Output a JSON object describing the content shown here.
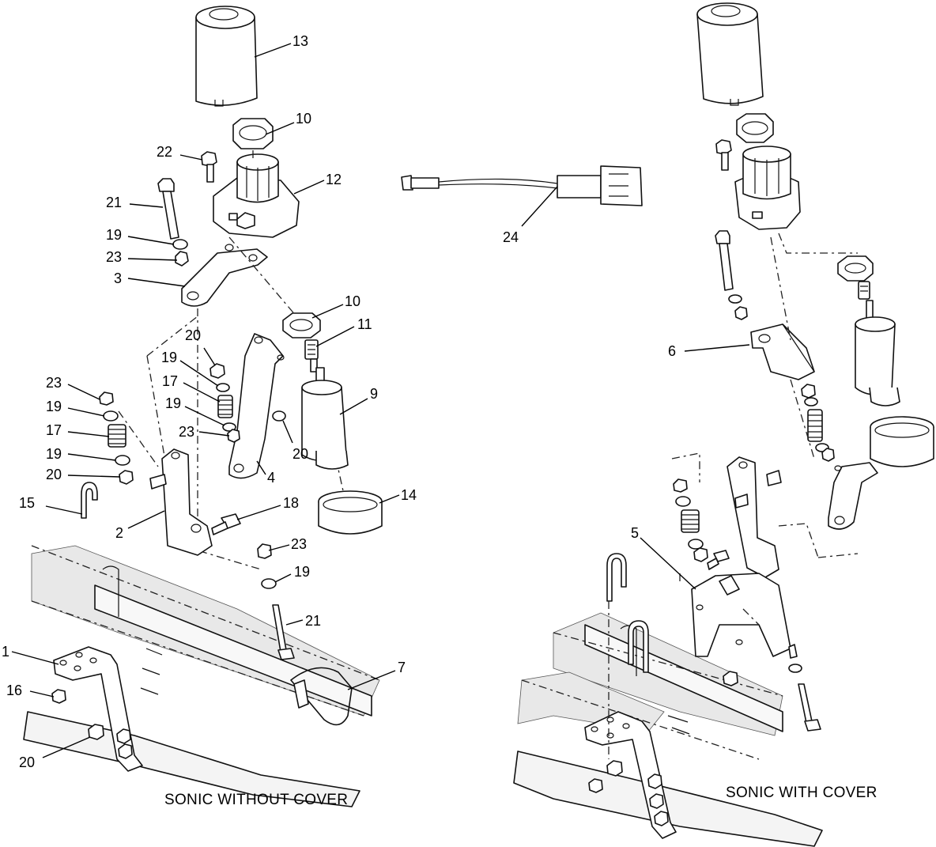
{
  "captions": {
    "left": "SONIC WITHOUT COVER",
    "right": "SONIC WITH COVER"
  },
  "callouts": {
    "c13": "13",
    "c10a": "10",
    "c22": "22",
    "c12": "12",
    "c21a": "21",
    "c19a": "19",
    "c23a": "23",
    "c3": "3",
    "c24": "24",
    "c10b": "10",
    "c11": "11",
    "c20a": "20",
    "c19b": "19",
    "c17a": "17",
    "c19c": "19",
    "c23b": "23",
    "c9": "9",
    "c23c": "23",
    "c19d": "19",
    "c17b": "17",
    "c19e": "19",
    "c20b": "20",
    "c20c": "20",
    "c4": "4",
    "c15": "15",
    "c14": "14",
    "c18": "18",
    "c2": "2",
    "c23d": "23",
    "c19f": "19",
    "c21b": "21",
    "c1": "1",
    "c7": "7",
    "c16": "16",
    "c20d": "20",
    "c6": "6",
    "c5": "5"
  }
}
